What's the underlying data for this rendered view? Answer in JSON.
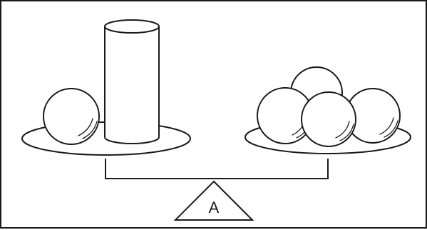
{
  "fulcrum": {
    "label": "A"
  },
  "left_pan": {
    "objects": [
      "sphere",
      "cylinder"
    ]
  },
  "right_pan": {
    "objects": [
      "sphere",
      "sphere",
      "sphere",
      "sphere"
    ]
  },
  "colors": {
    "stroke": "#1a1a1a",
    "fill": "#ffffff"
  }
}
